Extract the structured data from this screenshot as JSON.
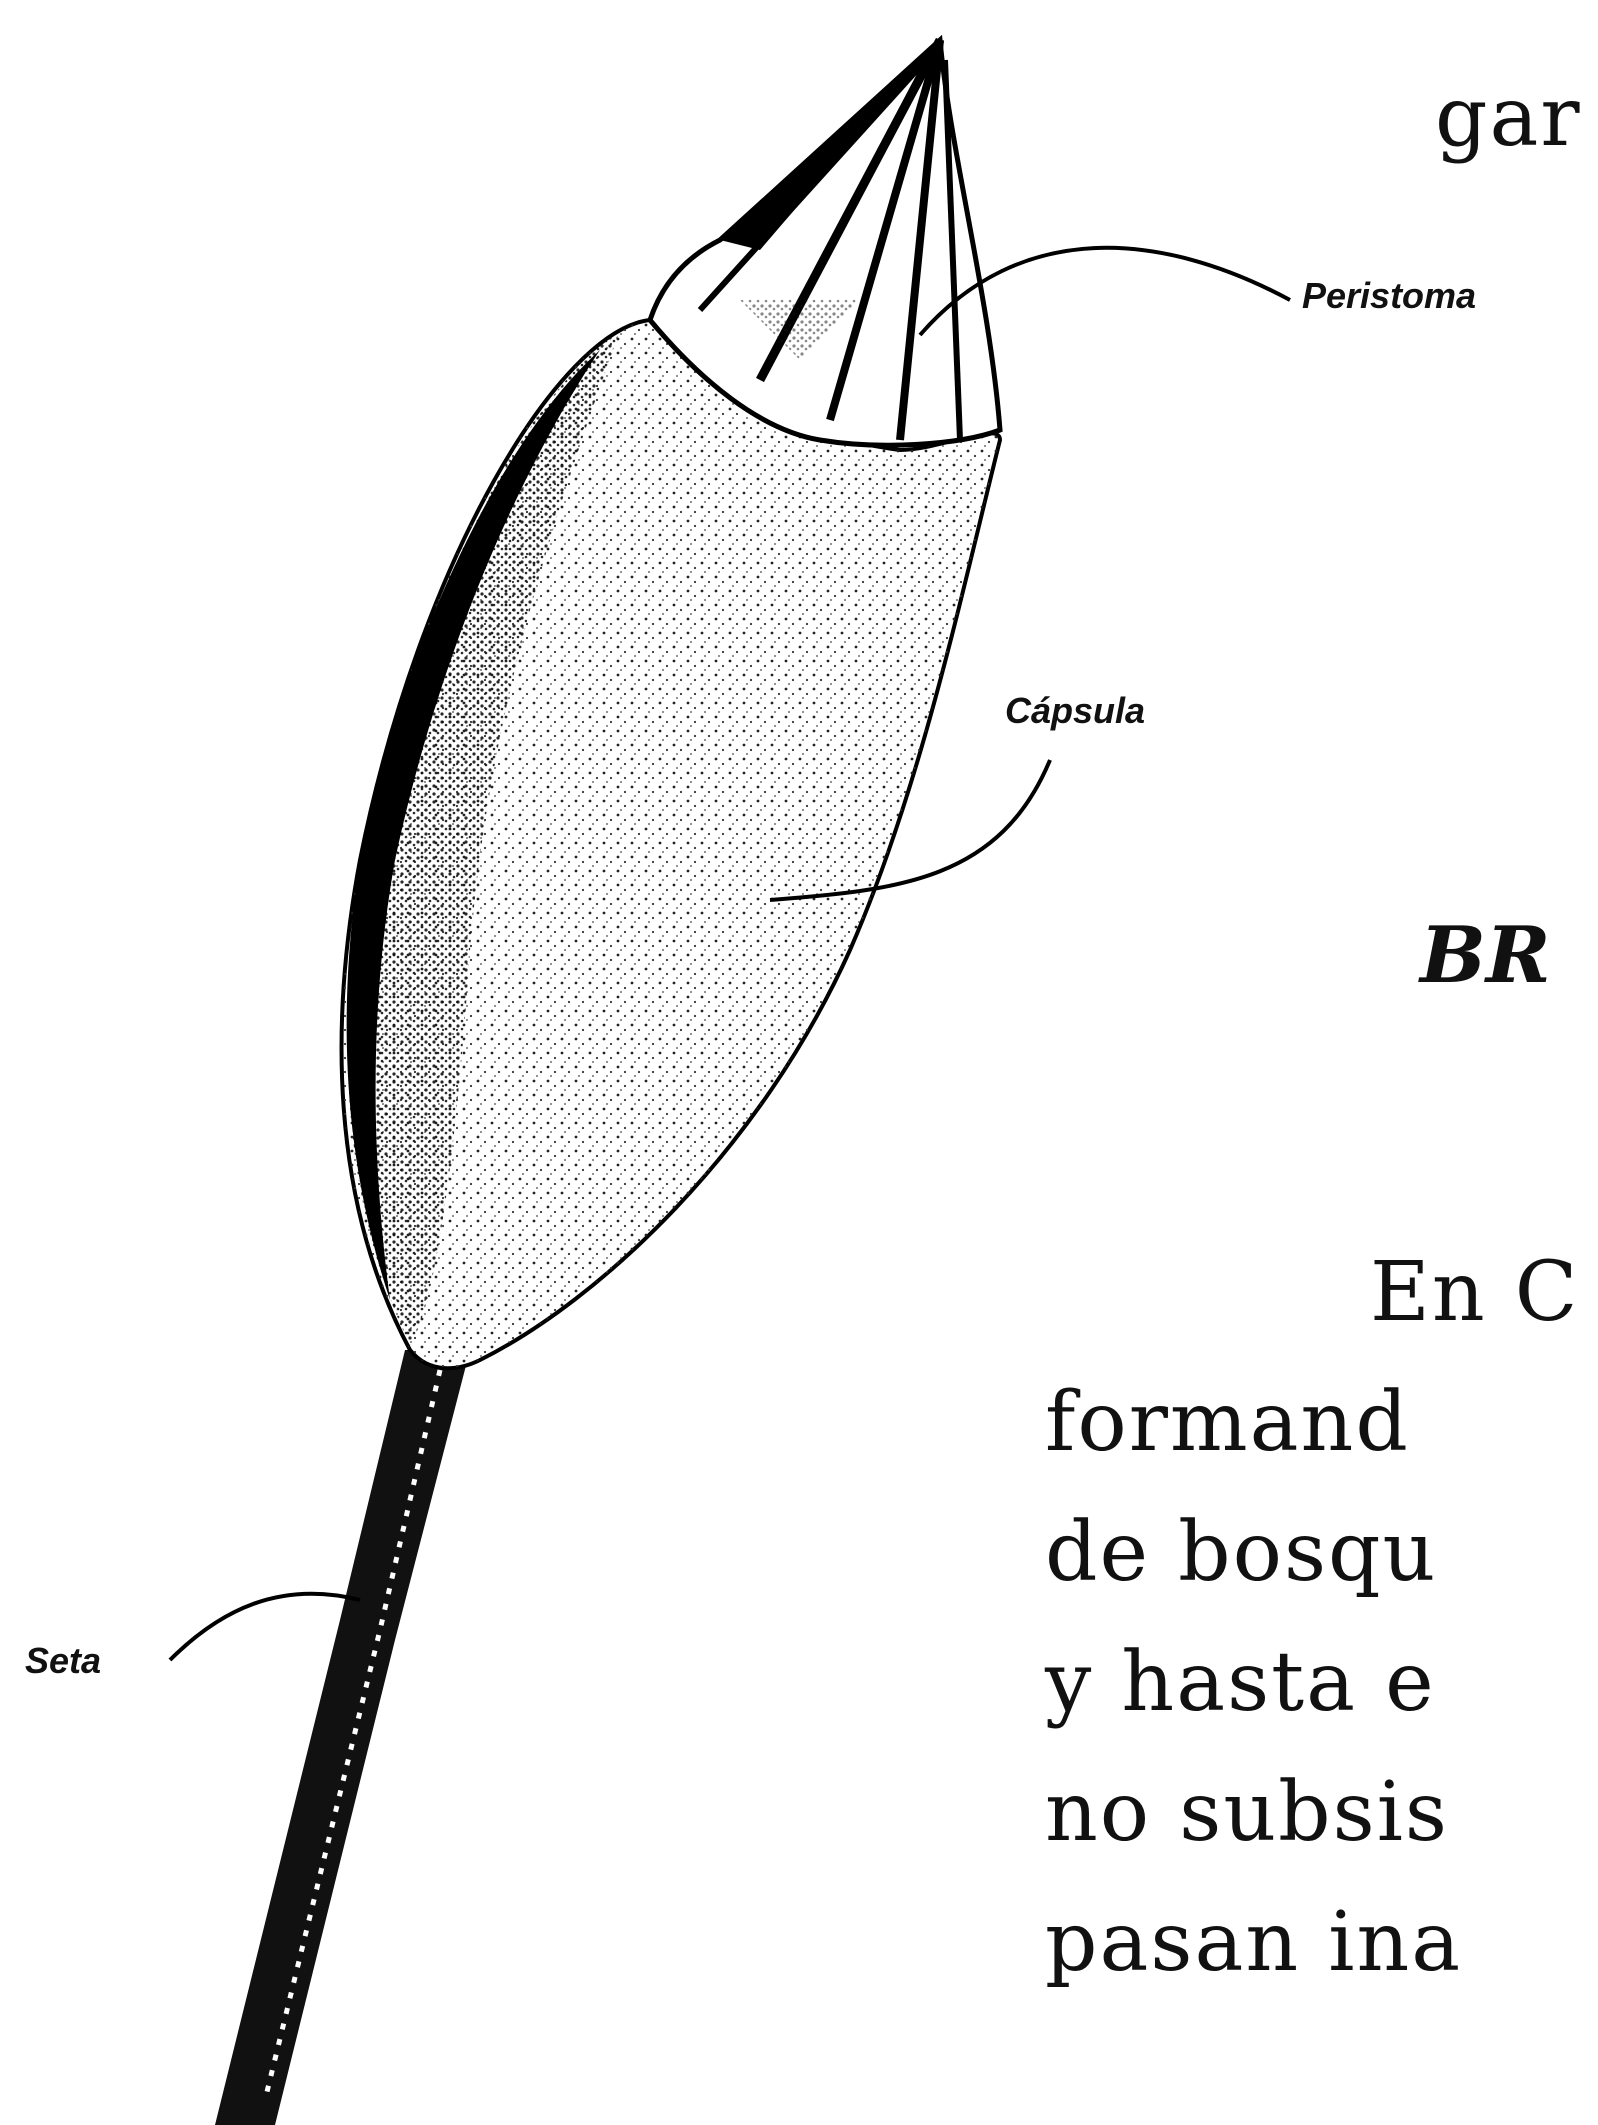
{
  "figure": {
    "labels": {
      "peristoma": "Peristoma",
      "capsula": "Cápsula",
      "seta": "Seta"
    }
  },
  "text": {
    "top_fragment": "gar",
    "heading_fragment": "BR",
    "lines": [
      "En C",
      "formand",
      "de bosqu",
      "y hasta e",
      "no subsis",
      "pasan ina"
    ]
  }
}
